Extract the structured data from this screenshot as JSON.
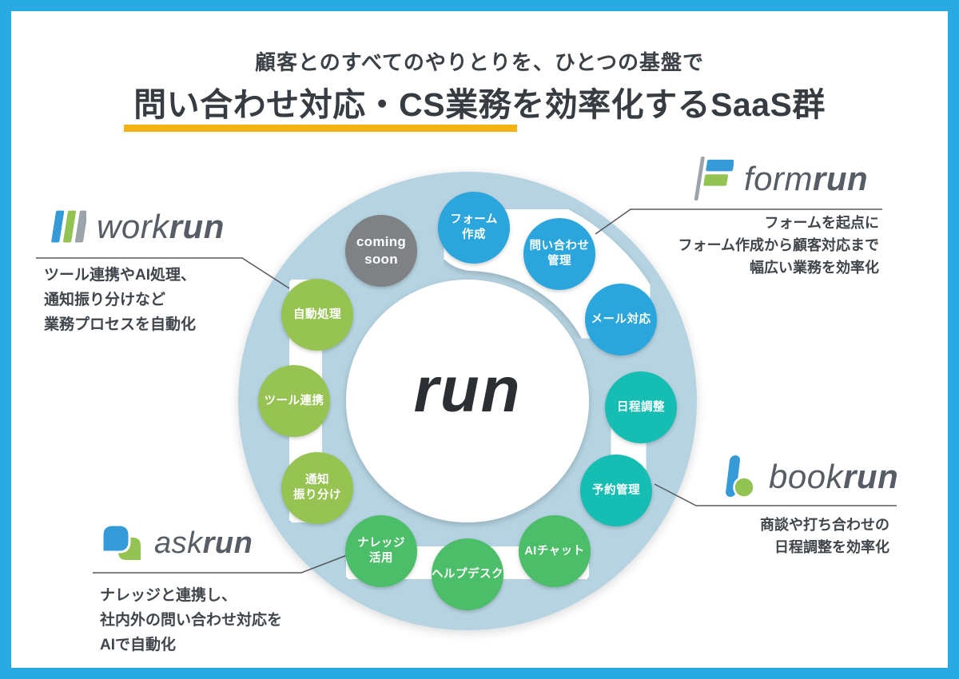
{
  "header": {
    "subtitle": "顧客とのすべてのやりとりを、ひとつの基盤で",
    "title": "問い合わせ対応・CS業務を効率化するSaaS群"
  },
  "center": {
    "label": "run"
  },
  "circles": {
    "form_create": {
      "line1": "フォーム",
      "line2": "作成"
    },
    "inquiry_mgmt": {
      "line1": "問い合わせ",
      "line2": "管理"
    },
    "mail": {
      "line1": "メール対応"
    },
    "schedule": {
      "line1": "日程調整"
    },
    "booking": {
      "line1": "予約管理"
    },
    "ai_chat": {
      "line1": "AIチャット"
    },
    "helpdesk": {
      "line1": "ヘルプデスク"
    },
    "knowledge": {
      "line1": "ナレッジ",
      "line2": "活用"
    },
    "notify": {
      "line1": "通知",
      "line2": "振り分け"
    },
    "tool_link": {
      "line1": "ツール連携"
    },
    "auto_process": {
      "line1": "自動処理"
    },
    "coming_soon": {
      "line1": "coming",
      "line2": "soon"
    }
  },
  "products": {
    "formrun": {
      "name_regular": "form",
      "name_bold": "run",
      "desc_line1": "フォームを起点に",
      "desc_line2": "フォーム作成から顧客対応まで",
      "desc_line3": "幅広い業務を効率化"
    },
    "workrun": {
      "name_regular": "work",
      "name_bold": "run",
      "desc_line1": "ツール連携やAI処理、",
      "desc_line2": "通知振り分けなど",
      "desc_line3": "業務プロセスを自動化"
    },
    "bookrun": {
      "name_regular": "book",
      "name_bold": "run",
      "desc_line1": "商談や打ち合わせの",
      "desc_line2": "日程調整を効率化"
    },
    "askrun": {
      "name_regular": "ask",
      "name_bold": "run",
      "desc_line1": "ナレッジと連携し、",
      "desc_line2": "社内外の問い合わせ対応を",
      "desc_line3": "AIで自動化"
    }
  },
  "colors": {
    "frame": "#29A9E1",
    "ring": "#B5D3E1",
    "circle_blue": "#2BA6DC",
    "circle_teal": "#16BDB3",
    "circle_green": "#4CBD68",
    "circle_lime": "#97C353",
    "circle_gray": "#7F8285",
    "underline_yellow": "#F5B214",
    "icon_blue": "#359BD8",
    "icon_green": "#92C353",
    "icon_gray": "#9CA3A9"
  }
}
